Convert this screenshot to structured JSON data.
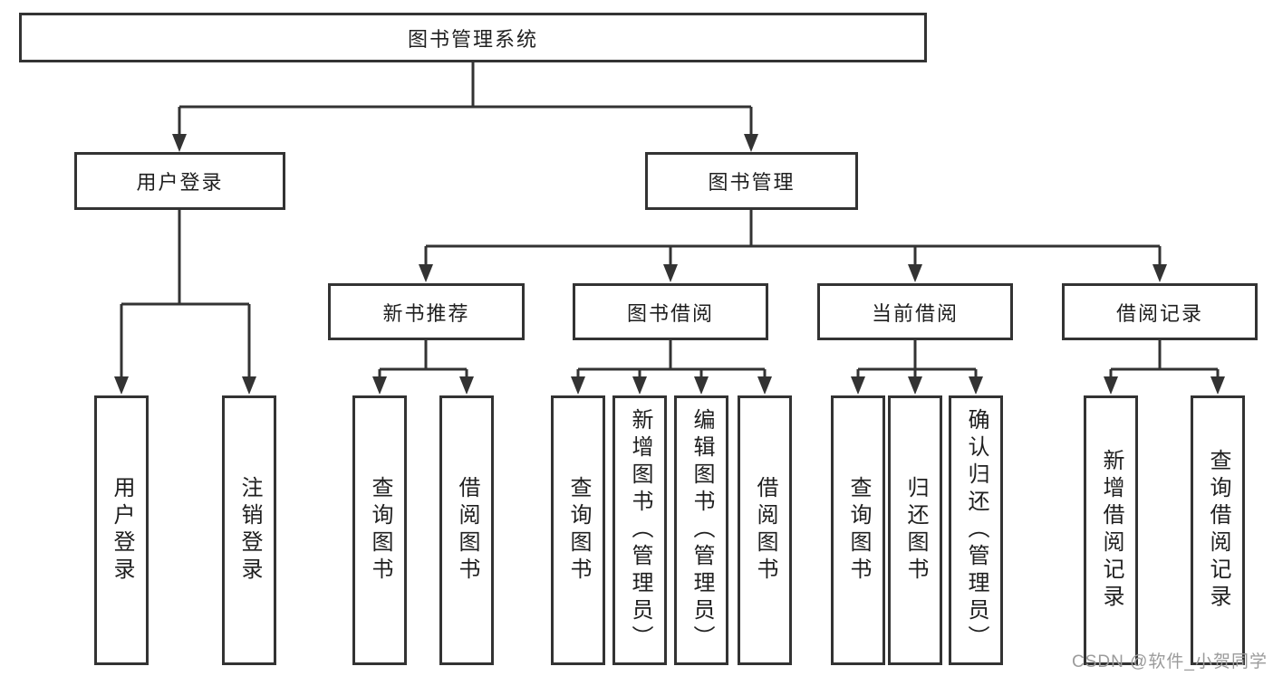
{
  "diagram": {
    "type": "tree",
    "root": {
      "label": "图书管理系统"
    },
    "branches": [
      {
        "label": "用户登录",
        "children": [
          {
            "label": "用户登录"
          },
          {
            "label": "注销登录"
          }
        ]
      },
      {
        "label": "图书管理",
        "children": [
          {
            "label": "新书推荐",
            "children": [
              {
                "label": "查询图书"
              },
              {
                "label": "借阅图书"
              }
            ]
          },
          {
            "label": "图书借阅",
            "children": [
              {
                "label": "查询图书"
              },
              {
                "label": "新增图书（管理员）"
              },
              {
                "label": "编辑图书（管理员）"
              },
              {
                "label": "借阅图书"
              }
            ]
          },
          {
            "label": "当前借阅",
            "children": [
              {
                "label": "查询图书"
              },
              {
                "label": "归还图书"
              },
              {
                "label": "确认归还（管理员）"
              }
            ]
          },
          {
            "label": "借阅记录",
            "children": [
              {
                "label": "新增借阅记录"
              },
              {
                "label": "查询借阅记录"
              }
            ]
          }
        ]
      }
    ]
  },
  "watermark": {
    "text": "CSDN @软件_小贺同学"
  },
  "colors": {
    "line": "#333333",
    "border": "#333333",
    "text": "#1f1f1f",
    "watermark": "#9b9b9b",
    "background": "#ffffff"
  }
}
